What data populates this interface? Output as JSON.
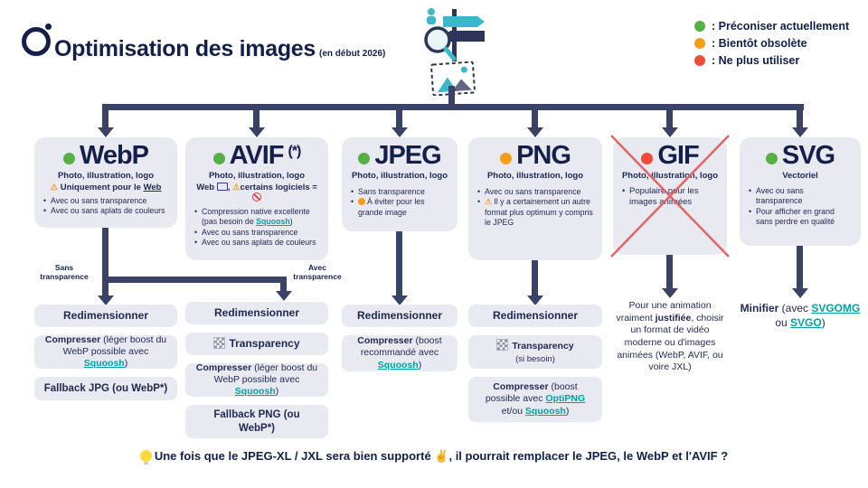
{
  "header": {
    "title": "Optimisation des images",
    "subtitle": "(en début 2026)"
  },
  "legend": {
    "items": [
      {
        "label": ": Préconiser actuellement",
        "color": "#56b046"
      },
      {
        "label": ": Bientôt obsolète",
        "color": "#f59e1b"
      },
      {
        "label": ": Ne plus utiliser",
        "color": "#ee4b3b"
      }
    ]
  },
  "formats": {
    "webp": {
      "name": "WebP",
      "status_color": "#56b046",
      "type_line": "Photo, illustration, logo",
      "warning_icon": "⚠",
      "warning_pre": "Uniquement pour le ",
      "warning_word": "Web",
      "bullet1": "Avec ou sans transparence",
      "bullet2": "Avec ou sans aplats de couleurs"
    },
    "avif": {
      "name": "AVIF",
      "star": "(*)",
      "status_color": "#56b046",
      "type_line": "Photo, illustration, logo",
      "support_pre": "Web ",
      "support_mid": ", ",
      "warning_icon": "⚠",
      "support_post": "certains logiciels = ",
      "bullet1_pre": "Compression native excellente (pas besoin de ",
      "bullet1_link": "Squoosh",
      "bullet1_post": ")",
      "bullet2": "Avec ou sans transparence",
      "bullet3": "Avec ou sans aplats de couleurs"
    },
    "jpeg": {
      "name": "JPEG",
      "status_color": "#56b046",
      "type_line": "Photo, illustration, logo",
      "bullet1": "Sans transparence",
      "bullet2": "À éviter pour les grande image"
    },
    "png": {
      "name": "PNG",
      "status_color": "#f59e1b",
      "type_line": "Photo, illustration, logo",
      "bullet1": "Avec ou sans transparence",
      "warning_icon": "⚠",
      "bullet2": "Il y a certainement un autre format plus optimum y compris le JPEG"
    },
    "gif": {
      "name": "GIF",
      "status_color": "#ee4b3b",
      "type_line": "Photo, illustration, logo",
      "bullet1": "Populaire pour les images animées"
    },
    "svg": {
      "name": "SVG",
      "status_color": "#56b046",
      "type_line": "Vectoriel",
      "bullet1": "Avec ou sans transparence",
      "bullet2": "Pour afficher en grand sans perdre en qualité"
    }
  },
  "branches": {
    "sans": "Sans transparence",
    "avec": "Avec transparence"
  },
  "actions": {
    "col1": {
      "resize": "Redimensionner",
      "compress_bold": "Compresser",
      "compress_text": " (léger boost du WebP possible avec ",
      "compress_link": "Squoosh",
      "compress_close": ")",
      "fallback": "Fallback JPG (ou WebP*)"
    },
    "col2": {
      "resize": "Redimensionner",
      "transparency": "Transparency",
      "compress_bold": "Compresser",
      "compress_text": " (léger boost du WebP possible avec ",
      "compress_link": "Squoosh",
      "compress_close": ")",
      "fallback": "Fallback PNG (ou WebP*)"
    },
    "col3": {
      "resize": "Redimensionner",
      "compress_bold": "Compresser",
      "compress_text": " (boost recommandé avec ",
      "compress_link": "Squoosh",
      "compress_close": ")"
    },
    "col4": {
      "resize": "Redimensionner",
      "transparency": "Transparency",
      "transparency_note": "(si besoin)",
      "compress_bold": "Compresser",
      "compress_text": " (boost possible avec ",
      "compress_link1": "OptiPNG",
      "compress_mid": " et/ou ",
      "compress_link2": "Squoosh",
      "compress_close": ")"
    },
    "gif_note": {
      "pre": "Pour une animation vraiment ",
      "bold": "justifiée",
      "post": ", choisir un format de vidéo moderne ou d'images animées (WebP, AVIF, ou voire JXL)"
    },
    "svg_note": {
      "bold": "Minifier",
      "pre": " (avec ",
      "link1": "SVGOMG",
      "mid": " ou ",
      "link2": "SVGO",
      "close": ")"
    }
  },
  "footer": {
    "pre": "Une fois que le JPEG-XL / JXL sera bien supporté ",
    "hand": "✌",
    "post": ", il pourrait remplacer le JPEG, le WebP et l'AVIF ?"
  },
  "colors": {
    "arrow": "#3a4367",
    "box_bg": "#e9e9f1",
    "text": "#1f2850",
    "link": "#00a2a2",
    "green": "#56b046",
    "orange": "#f59e1b",
    "red": "#ee4b3b",
    "gif_cross": "#e06666",
    "accent_teal": "#3bb8c9"
  }
}
